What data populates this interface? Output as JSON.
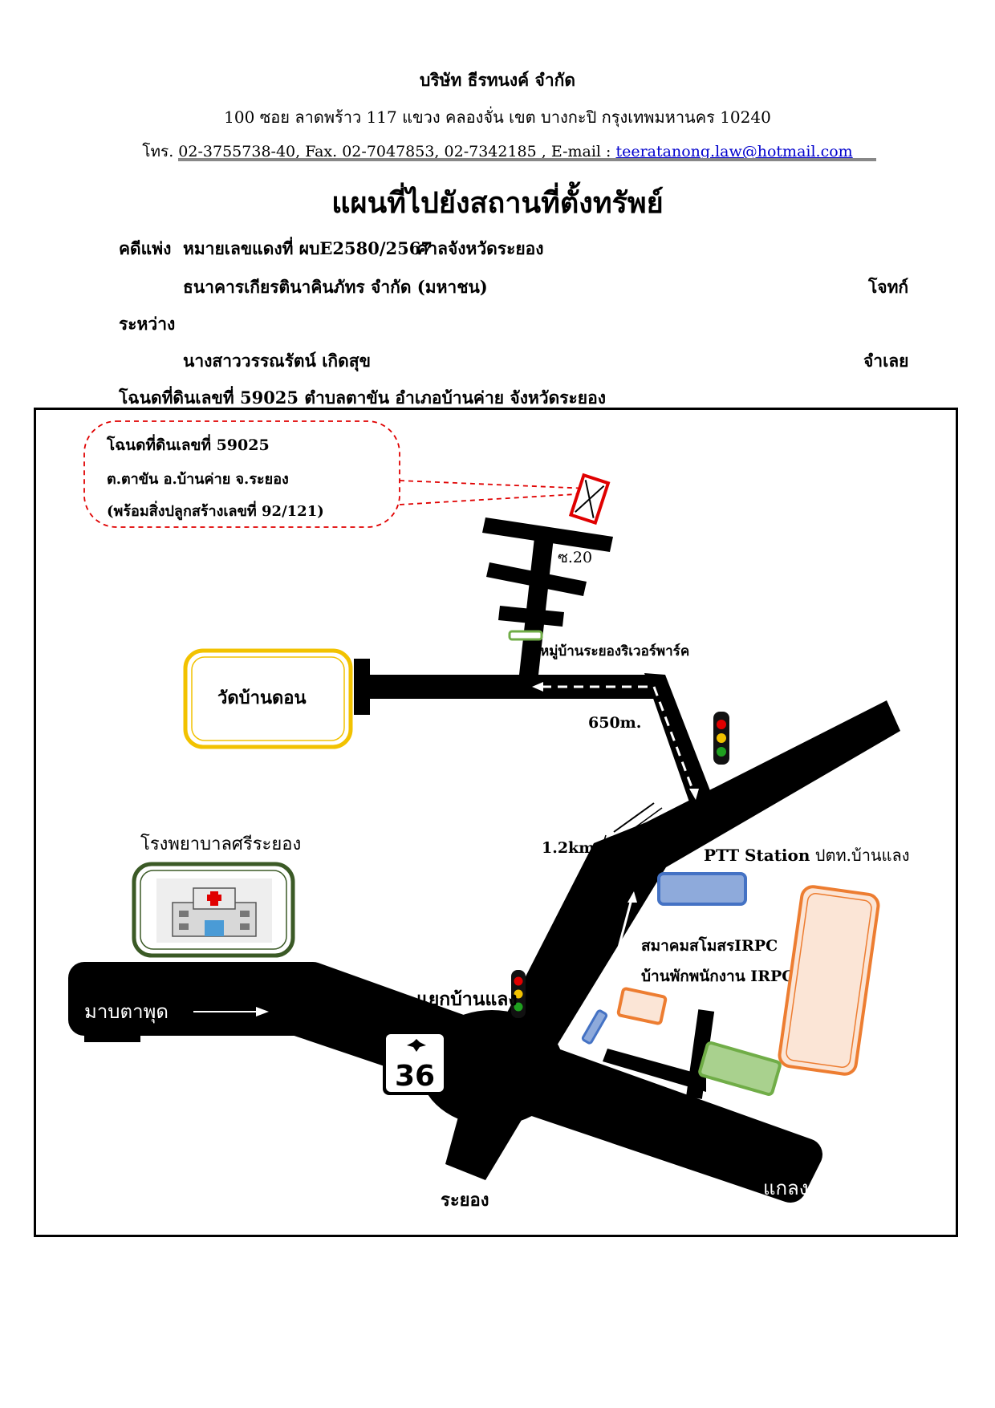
{
  "header": {
    "company": "บริษัท ธีรทนงค์ จำกัด",
    "address": "100 ซอย ลาดพร้าว 117 แขวง คลองจั่น เขต บางกะปิ กรุงเทพมหานคร 10240",
    "contact_prefix": "โทร. 02-3755738-40, Fax. 02-7047853, 02-7342185 , E-mail : ",
    "email": "teeratanong.law@hotmail.com"
  },
  "title": "แผนที่ไปยังสถานที่ตั้งทรัพย์",
  "case": {
    "label": "คดีแพ่ง",
    "number": "หมายเลขแดงที่ ผบE2580/2567",
    "court": "ศาลจังหวัดระยอง",
    "plaintiff": "ธนาคารเกียรตินาคินภัทร จำกัด (มหาชน)",
    "plaintiff_role": "โจทก์",
    "between": "ระหว่าง",
    "defendant": "นางสาววรรณรัตน์ เกิดสุข",
    "defendant_role": "จำเลย",
    "deed": "โฉนดที่ดินเลขที่ 59025 ตำบลตาขัน อำเภอบ้านค่าย จังหวัดระยอง"
  },
  "map": {
    "callout": {
      "line1": "โฉนดที่ดินเลขที่ 59025",
      "line2": "ต.ตาขัน อ.บ้านค่าย จ.ระยอง",
      "line3": "(พร้อมสิ่งปลูกสร้างเลขที่ 92/121)"
    },
    "soi": "ซ.20",
    "village": "หมู่บ้านระยองริเวอร์พาร์ค",
    "temple": "วัดบ้านดอน",
    "distance_short": "650m.",
    "distance_long": "1.2km.",
    "hospital": "โรงพยาบาลศรีระยอง",
    "ptt_bold": "PTT Station",
    "ptt_rest": " ปตท.บ้านแลง",
    "irpc_club": "สมาคมสโมสรIRPC",
    "irpc_staff": "บ้านพักพนักงาน IRPC",
    "junction": "แยกบ้านแลง",
    "from_label": "มาบตาพุด",
    "route_number": "36",
    "to_rayong": "ระยอง",
    "to_klaeng": "แกลง",
    "colors": {
      "road": "#000000",
      "callout_border": "#e00000",
      "temple_border": "#f2c200",
      "hospital_border": "#3b5a26",
      "ptt_fill": "#8eaadb",
      "ptt_border": "#4472c4",
      "orange_border": "#ed7d31",
      "orange_fill": "#fbe5d6",
      "green_fill": "#a9d18e",
      "green_border": "#70ad47"
    }
  }
}
